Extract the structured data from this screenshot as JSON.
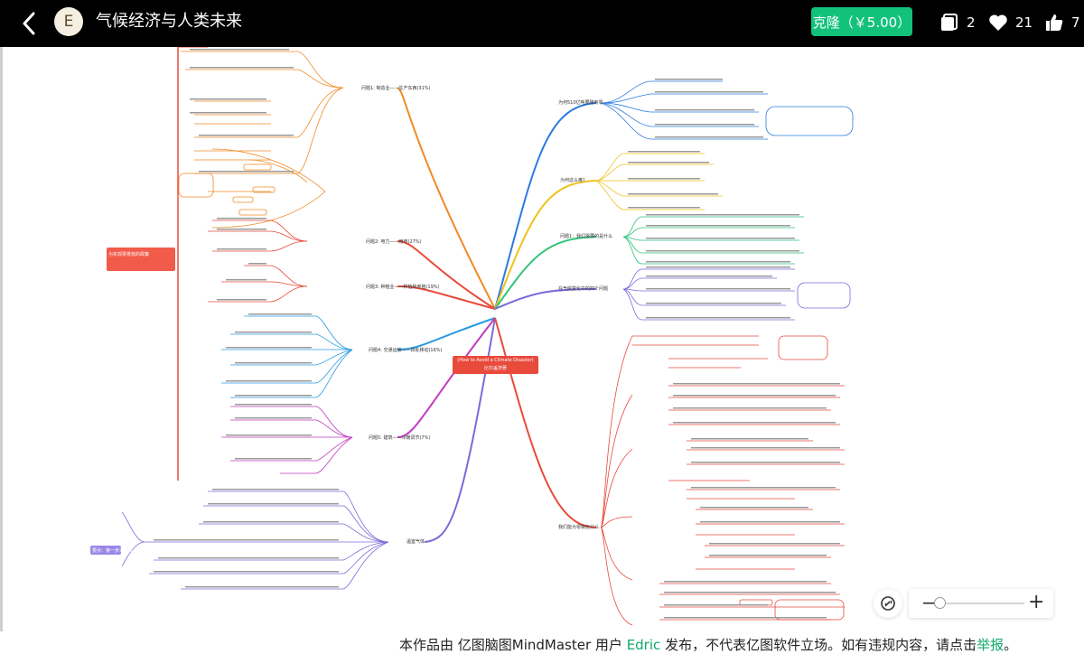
{
  "header": {
    "back_icon": "chevron-left-icon",
    "avatar_letter": "E",
    "title": "气候经济与人类未来",
    "clone_label": "克隆（￥5.00）",
    "copies_count": "2",
    "likes_count": "21",
    "thumbs_count": "7"
  },
  "mindmap": {
    "center_line1": "(How to Avoid a Climate Disaster)",
    "center_line2": "比尔盖茨著",
    "branches_left": [
      {
        "label": "问题1: 制造业——生产东西(31%)",
        "color": "#f08a24"
      },
      {
        "label": "问题2: 电力——用电(27%)",
        "color": "#e84a3b"
      },
      {
        "label": "问题3: 种植业——种植和养殖(19%)",
        "color": "#e84a3b"
      },
      {
        "label": "问题4: 交通运输——四处移动(16%)",
        "color": "#2a9be0"
      },
      {
        "label": "问题5: 建筑——冷暖调节(7%)",
        "color": "#c23abf"
      },
      {
        "label": "温室气体",
        "color": "#7b6ad9"
      }
    ],
    "branches_right": [
      {
        "label": "为何510亿吨要降到零",
        "color": "#2a7be0"
      },
      {
        "label": "为何这么难？",
        "color": "#f0c21e"
      },
      {
        "label": "问题1：我们需要的是什么",
        "color": "#2ec27b"
      },
      {
        "label": "在气候变化中的四个问题",
        "color": "#7b6ad9"
      },
      {
        "label": "我们能为零做些什么",
        "color": "#e84a3b"
      }
    ],
    "callout_left_1": "为实现零排放的政策",
    "callout_left_2": "要点：第一步是什么"
  },
  "footer": {
    "prefix": "本作品由 亿图脑图MindMaster 用户",
    "user": "Edric",
    "suffix": "发布，不代表亿图软件立场。如有违规内容，请点击",
    "report": "举报",
    "end": "。"
  },
  "colors": {
    "accent_green": "#12c27b",
    "center_red": "#e84a3b",
    "orange": "#f08a24",
    "blue": "#2a9be0",
    "purple": "#7b6ad9",
    "magenta": "#c23abf",
    "yellow": "#f0c21e",
    "green": "#2ec27b"
  }
}
